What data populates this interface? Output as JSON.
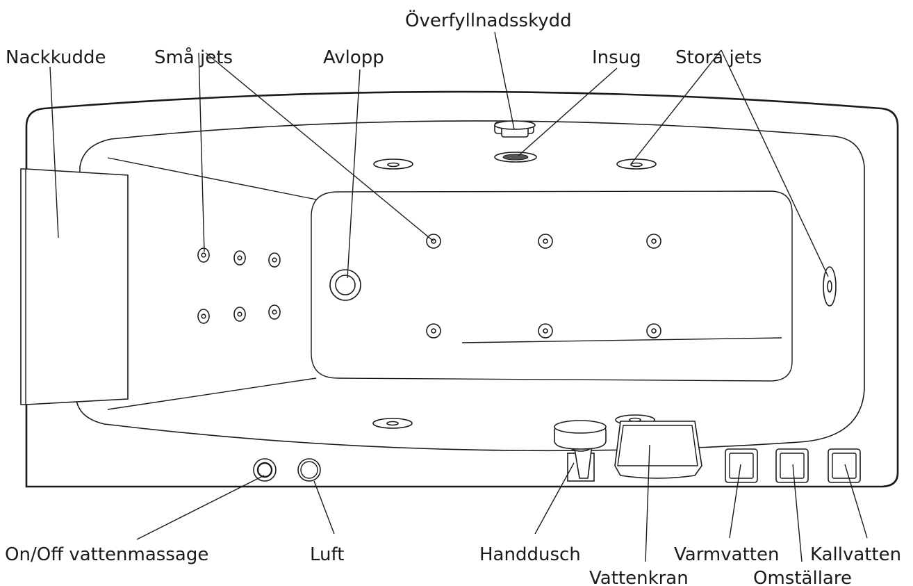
{
  "labels": {
    "nackkudde": "Nackkudde",
    "sma_jets": "Små jets",
    "avlopp": "Avlopp",
    "overfyllnadsskydd": "Överfyllnadsskydd",
    "insug": "Insug",
    "stora_jets": "Stora jets",
    "onoff": "On/Off vattenmassage",
    "luft": "Luft",
    "handdusch": "Handdusch",
    "vattenkran": "Vattenkran",
    "varmvatten": "Varmvatten",
    "omstallare": "Omställare",
    "kallvatten": "Kallvatten"
  }
}
